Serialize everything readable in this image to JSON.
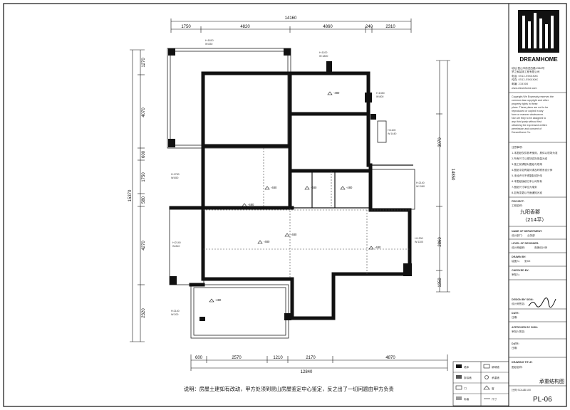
{
  "plan": {
    "dims_top": {
      "total": "14160",
      "segments": [
        "1750",
        "4820",
        "4860",
        "240",
        "2310"
      ]
    },
    "dims_bottom": {
      "total": "12840",
      "segments": [
        "600",
        "2570",
        "1210",
        "2170",
        "4870"
      ]
    },
    "dims_left": {
      "total": "15370",
      "segments": [
        "1270",
        "4070",
        "600",
        "1750",
        "580",
        "4270",
        "2320"
      ]
    },
    "dims_right": {
      "total": "14850",
      "segments": [
        "3070",
        "2860",
        "1359"
      ]
    },
    "room_marks": [
      "-480",
      "-480",
      "-480",
      "-480",
      "-480",
      "-480",
      "-480",
      "-480",
      "-480",
      "-480",
      "-480"
    ],
    "window_notes": [
      {
        "h": "H:1810",
        "w": "W:830"
      },
      {
        "h": "H:1100",
        "w": "W:1800"
      },
      {
        "h": "H:1350",
        "w": "W:800"
      },
      {
        "h": "H:1100",
        "w": "W:1440"
      },
      {
        "h": "H:1750",
        "w": "W:850"
      },
      {
        "h": "H:2140",
        "w": "W:1180"
      },
      {
        "h": "H:2140",
        "w": "W:810"
      },
      {
        "h": "H:1300",
        "w": "W:1100"
      },
      {
        "h": "H:2140",
        "w": "W:200"
      }
    ],
    "note": "说明：房屋土建如有改动，甲方处须到昆山房屋鉴定中心鉴定，反之出了一切问题由甲方负责"
  },
  "title_block": {
    "brand": "DREAMHOME",
    "company_lines": [
      "地址:昆山市前进西路1988号",
      "梦之家装饰工程有限公司",
      "电话: 0512-55XXXXX",
      "传真: 0512-55XXXXX",
      "邮编: 215300",
      "www.dreamhome.com"
    ],
    "copyright_lines": [
      "Copyright,We Expressly reserves the",
      "common law copyright and other",
      "property rights in these",
      "plans. These plans are not to be",
      "reproduced or copied in any",
      "form or manner whatsoever.",
      "Nor are they to be assigned to",
      "any third party without first",
      "obtaining the expressed written",
      "permission and consent of",
      "DreamHome Co."
    ],
    "notes_cn_lines": [
      "注意事项:",
      "1.本图纸仅供参考使用，具体以现场为准",
      "2.所有尺寸以现场实际测量为准",
      "3.施工前请核对图纸与现场",
      "4.图纸中如有疑问请及时联系设计师",
      "5.未经许可不得复制或外传",
      "6.本图纸版权归本公司所有",
      "7.图纸尺寸单位为毫米",
      "8.如有变更以书面通知为准"
    ],
    "project_label": "PROJECT:",
    "project_label2": "工程名称:",
    "project_name": "九阳香郡",
    "project_area": "（214平）",
    "fields": [
      {
        "en": "NAME OF DEPARTMENT:",
        "cn": "设计部门:",
        "value": "业务部"
      },
      {
        "en": "LEVEL OF DESIGNER:",
        "cn": "设计师级别:",
        "value": "首席设计师"
      },
      {
        "en": "DRAWN BY:",
        "cn": "绘图人:",
        "value": "张XX"
      },
      {
        "en": "CHECKED BY:",
        "cn": "审核人:",
        "value": ""
      },
      {
        "en": "DESIGN BY SIGN:",
        "cn": "设计师签名:",
        "value": ""
      },
      {
        "en": "DATE:",
        "cn": "日期:",
        "value": ""
      },
      {
        "en": "APPROVED BY SIGN:",
        "cn": "审批人签名:",
        "value": ""
      },
      {
        "en": "DATE:",
        "cn": "日期:",
        "value": ""
      }
    ],
    "drawing_title_en": "DRAWING TITLE:",
    "drawing_title_cn": "图纸名称:",
    "drawing_title": "承重结构图",
    "scale_label": "比例 SCALE",
    "scale_value": "1:100",
    "sheet_no": "PL-06"
  },
  "legend": [
    "墙体",
    "新砌墙",
    "拆除墙",
    "承重墙",
    "门",
    "窗",
    "标高",
    "尺寸"
  ]
}
